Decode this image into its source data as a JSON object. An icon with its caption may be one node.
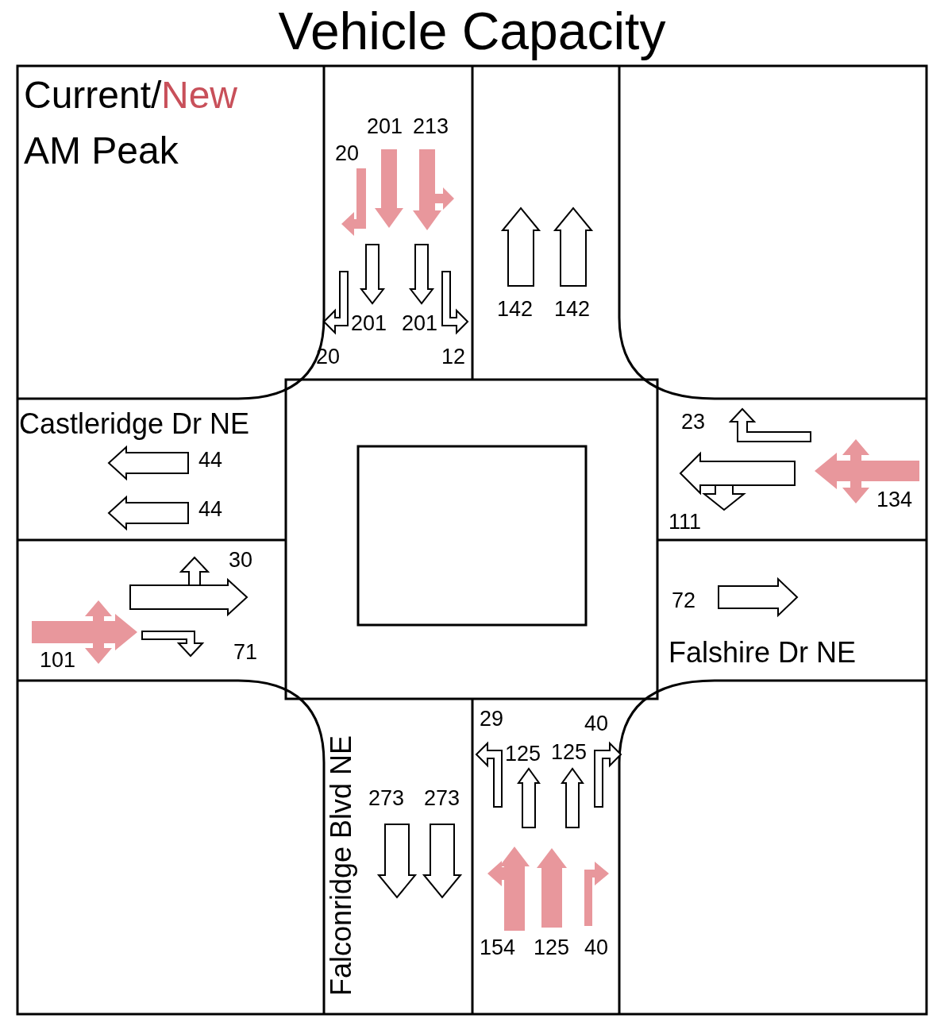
{
  "diagram": {
    "title": "Vehicle Capacity",
    "labels": [
      "Current/",
      "New",
      "AM Peak",
      "201",
      "213",
      "20",
      "142",
      "142",
      "201",
      "201",
      "20",
      "12",
      "Castleridge Dr NE",
      "23",
      "44",
      "44",
      "134",
      "111",
      "30",
      "72",
      "71",
      "101",
      "Falshire Dr NE",
      "29",
      "40",
      "125",
      "125",
      "273",
      "273",
      "154",
      "125",
      "40",
      "Falconridge Blvd NE"
    ]
  }
}
